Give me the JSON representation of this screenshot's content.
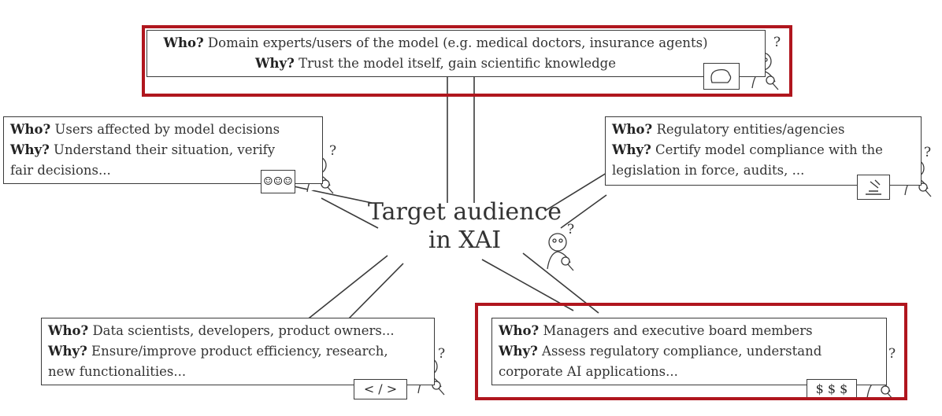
{
  "center": {
    "line1": "Target audience",
    "line2": "in XAI"
  },
  "who_label": "Who?",
  "why_label": "Why?",
  "question_mark": "?",
  "boxes": {
    "domain_experts": {
      "who": "Domain experts/users of the model (e.g. medical doctors, insurance agents)",
      "why": "Trust the model itself, gain scientific knowledge",
      "icon": "brain-icon",
      "highlighted": true
    },
    "affected_users": {
      "who": "Users affected by model decisions",
      "why": "Understand their situation, verify",
      "why_cont": "fair decisions...",
      "icon": "people-icon",
      "highlighted": false
    },
    "regulatory": {
      "who": "Regulatory entities/agencies",
      "why": "Certify model compliance with the",
      "why_cont": "legislation in force, audits, ...",
      "icon": "gavel-icon",
      "highlighted": false
    },
    "data_scientists": {
      "who": "Data scientists, developers, product owners...",
      "why": "Ensure/improve product efficiency, research,",
      "why_cont": "new functionalities...",
      "icon": "code-icon",
      "icon_text": "< / >",
      "highlighted": false
    },
    "managers": {
      "who": "Managers and executive board members",
      "why": "Assess regulatory compliance, understand",
      "why_cont": "corporate AI applications...",
      "icon": "money-icon",
      "icon_text": "$ $ $",
      "highlighted": true
    }
  },
  "colors": {
    "highlight": "#b0161e",
    "line": "#3a3a3a"
  }
}
